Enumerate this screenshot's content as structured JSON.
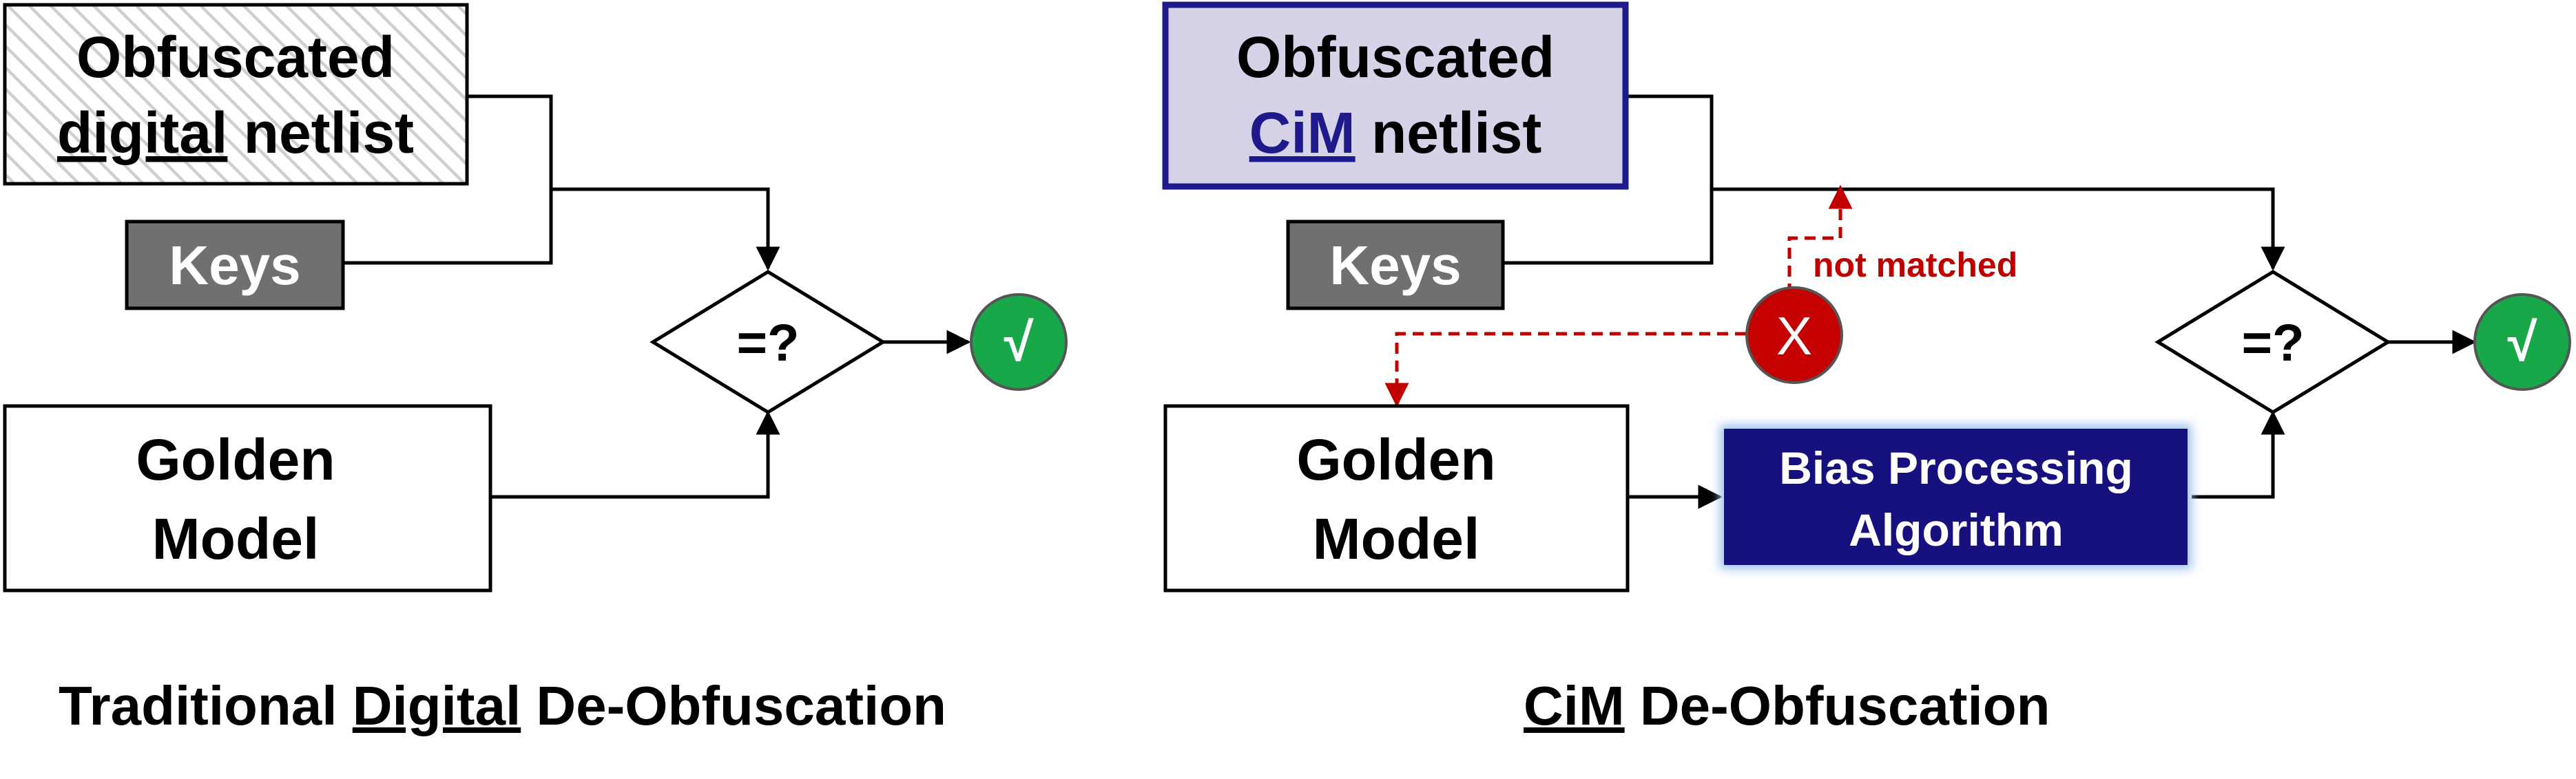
{
  "colors": {
    "stroke": "#000000",
    "keys_fill": "#707070",
    "cim_fill": "#d6d2e8",
    "cim_border": "#1f1a8c",
    "cim_text": "#1f1a8c",
    "bias_fill": "#17107f",
    "bias_glow": "#9ec1f0",
    "check_fill": "#18a84a",
    "x_fill": "#c40000",
    "dashed": "#c00000"
  },
  "left": {
    "netlist": {
      "line1": "Obfuscated",
      "line2_under": "digital",
      "line2_rest": " netlist"
    },
    "keys": "Keys",
    "compare": "=?",
    "check": "√",
    "golden": {
      "line1": "Golden",
      "line2": "Model"
    },
    "caption": {
      "pre": "Traditional ",
      "under": "Digital",
      "post": " De-Obfuscation"
    }
  },
  "right": {
    "netlist": {
      "line1": "Obfuscated",
      "line2_under": "CiM",
      "line2_rest": " netlist"
    },
    "keys": "Keys",
    "compare": "=?",
    "check": "√",
    "mismatch_mark": "X",
    "mismatch_label": "not matched",
    "golden": {
      "line1": "Golden",
      "line2": "Model"
    },
    "bias": {
      "line1": "Bias Processing",
      "line2": "Algorithm"
    },
    "caption": {
      "under": "CiM",
      "post": " De-Obfuscation"
    }
  },
  "icons": [
    "check-icon",
    "x-mismatch-icon",
    "arrow-head-icon"
  ]
}
